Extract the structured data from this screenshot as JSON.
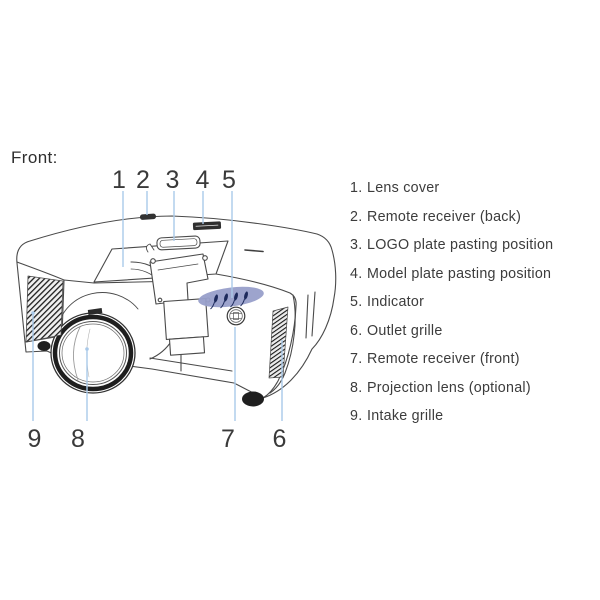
{
  "heading": {
    "label": "Front:"
  },
  "callouts": {
    "top": [
      "1",
      "2",
      "3",
      "4",
      "5"
    ],
    "bottom": [
      "9",
      "8",
      "7",
      "6"
    ]
  },
  "legend": {
    "items": [
      {
        "num": "1.",
        "label": "Lens cover"
      },
      {
        "num": "2.",
        "label": "Remote receiver (back)"
      },
      {
        "num": "3.",
        "label": "LOGO plate pasting position"
      },
      {
        "num": "4.",
        "label": "Model plate pasting position"
      },
      {
        "num": "5.",
        "label": "Indicator"
      },
      {
        "num": "6.",
        "label": "Outlet grille"
      },
      {
        "num": "7.",
        "label": "Remote receiver (front)"
      },
      {
        "num": "8.",
        "label": "Projection lens (optional)"
      },
      {
        "num": "9.",
        "label": "Intake grille"
      }
    ]
  },
  "colors": {
    "leader_line": "#a9c9e9",
    "indicator_highlight": "#989fca",
    "indicator_led": "#1d2a5c",
    "line_art": "#4a4a4a",
    "text": "#3a3a3a"
  }
}
